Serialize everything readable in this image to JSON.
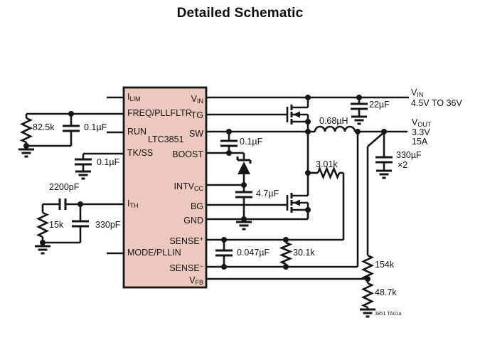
{
  "title": "Detailed Schematic",
  "ic": {
    "part_number": "LTC3851",
    "pins_left": [
      {
        "main": "I",
        "sub": "LIM"
      },
      {
        "main": "FREQ/PLLFLTR",
        "sub": ""
      },
      {
        "main": "RUN",
        "sub": ""
      },
      {
        "main": "TK/SS",
        "sub": ""
      },
      {
        "main": "I",
        "sub": "TH"
      },
      {
        "main": "MODE/PLLIN",
        "sub": ""
      }
    ],
    "pins_right": [
      {
        "main": "V",
        "sub": "IN",
        "sup": ""
      },
      {
        "main": "TG",
        "sub": "",
        "sup": ""
      },
      {
        "main": "SW",
        "sub": "",
        "sup": ""
      },
      {
        "main": "BOOST",
        "sub": "",
        "sup": ""
      },
      {
        "main": "INTV",
        "sub": "CC",
        "sup": ""
      },
      {
        "main": "BG",
        "sub": "",
        "sup": ""
      },
      {
        "main": "GND",
        "sub": "",
        "sup": ""
      },
      {
        "main": "SENSE",
        "sub": "",
        "sup": "+"
      },
      {
        "main": "SENSE",
        "sub": "",
        "sup": "−"
      },
      {
        "main": "V",
        "sub": "FB",
        "sup": ""
      }
    ]
  },
  "rails": {
    "vin": {
      "main": "V",
      "sub": "IN"
    },
    "vin_range": "4.5V TO 36V",
    "vout": {
      "main": "V",
      "sub": "OUT"
    },
    "vout_voltage": "3.3V",
    "vout_current": "15A"
  },
  "components": {
    "r_freq": "82.5k",
    "c_freq": "0.1µF",
    "c_ss": "0.1µF",
    "c_comp1": "2200pF",
    "r_comp": "15k",
    "c_comp2": "330pF",
    "c_in": "22µF",
    "l1": "0.68µH",
    "c_boost": "0.1µF",
    "c_intvcc": "4.7µF",
    "r_dcr": "3.01k",
    "c_sense": "0.047µF",
    "r_sense": "30.1k",
    "c_out": "330µF",
    "c_out_qty": "×2",
    "r_fb_top": "154k",
    "r_fb_bottom": "48.7k"
  },
  "footnote": "3851 TA01a",
  "colors": {
    "ic_fill": "#ecc8be",
    "line": "#161616"
  }
}
